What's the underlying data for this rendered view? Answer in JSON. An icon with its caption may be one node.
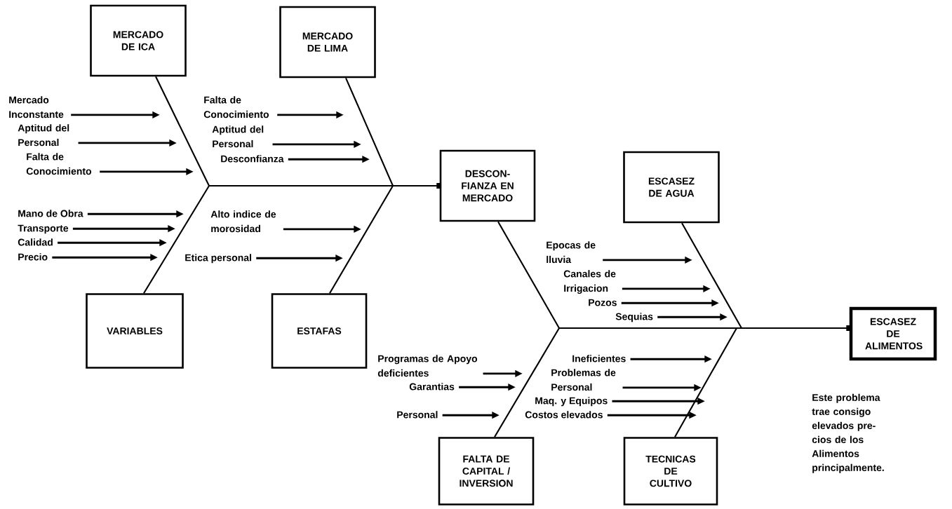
{
  "diagram": {
    "nodes": [
      {
        "text": [
          "MERCADO DE ICA"
        ]
      },
      {
        "text": [
          "MERCADO DE LIMA"
        ]
      },
      {
        "text": [
          "VARIABLES"
        ]
      },
      {
        "text": [
          "ESTAFAS"
        ]
      },
      {
        "text": [
          "DESCON- FIANZA EN MERCADO"
        ]
      },
      {
        "text": [
          "ESCASEZ DE AGUA"
        ]
      },
      {
        "text": [
          "FALTA DE CAPITAL / INVERSION"
        ]
      },
      {
        "text": [
          "TECNICAS DE CULTIVO"
        ]
      },
      {
        "text": [
          "ESCASEZ DE ALIMENTOS"
        ]
      },
      {
        "text": [
          "Mercado Inconstante"
        ]
      },
      {
        "text": [
          "Aptitud del Personal"
        ]
      },
      {
        "text": [
          "Falta de Conocimiento"
        ]
      },
      {
        "text": [
          "Falta de Conocimiento"
        ]
      },
      {
        "text": [
          "Aptitud del Personal"
        ]
      },
      {
        "text": [
          "Desconfianza"
        ]
      },
      {
        "text": [
          "Mano de Obra"
        ]
      },
      {
        "text": [
          "Transporte"
        ]
      },
      {
        "text": [
          "Calidad"
        ]
      },
      {
        "text": [
          "Precio"
        ]
      },
      {
        "text": [
          "Alto indice de morosidad"
        ]
      },
      {
        "text": [
          "Etica personal"
        ]
      },
      {
        "text": [
          "Epocas de lluvia"
        ]
      },
      {
        "text": [
          "Canales de Irrigacion"
        ]
      },
      {
        "text": [
          "Pozos"
        ]
      },
      {
        "text": [
          "Sequias"
        ]
      },
      {
        "text": [
          "Programas de Apoyo deficientes"
        ]
      },
      {
        "text": [
          "Garantias"
        ]
      },
      {
        "text": [
          "Personal"
        ]
      },
      {
        "text": [
          "Ineficientes"
        ]
      },
      {
        "text": [
          "Problemas de Personal"
        ]
      },
      {
        "text": [
          "Maq. y Equipos"
        ]
      },
      {
        "text": [
          "Costos elevados"
        ]
      }
    ],
    "edges": [
      {
        "from": 0,
        "to": 4,
        "arrow": "other"
      },
      {
        "from": 1,
        "to": 4,
        "arrow": "other"
      },
      {
        "from": 2,
        "to": 4,
        "arrow": "other"
      },
      {
        "from": 3,
        "to": 4,
        "arrow": "other"
      },
      {
        "from": 4,
        "to": 8,
        "arrow": "other"
      },
      {
        "from": 5,
        "to": 8,
        "arrow": "other"
      },
      {
        "from": 6,
        "to": 8,
        "arrow": "other"
      },
      {
        "from": 7,
        "to": 8,
        "arrow": "other"
      },
      {
        "from": 9,
        "to": null,
        "arrow": "to"
      },
      {
        "from": 10,
        "to": null,
        "arrow": "to"
      },
      {
        "from": 11,
        "to": null,
        "arrow": "to"
      },
      {
        "from": 12,
        "to": null,
        "arrow": "to"
      },
      {
        "from": 13,
        "to": null,
        "arrow": "to"
      },
      {
        "from": 14,
        "to": null,
        "arrow": "to"
      },
      {
        "from": 15,
        "to": null,
        "arrow": "to"
      },
      {
        "from": 16,
        "to": null,
        "arrow": "to"
      },
      {
        "from": 17,
        "to": null,
        "arrow": "to"
      },
      {
        "from": 18,
        "to": null,
        "arrow": "to"
      },
      {
        "from": 19,
        "to": null,
        "arrow": "to"
      },
      {
        "from": 20,
        "to": null,
        "arrow": "to"
      },
      {
        "from": 21,
        "to": null,
        "arrow": "to"
      },
      {
        "from": 22,
        "to": null,
        "arrow": "to"
      },
      {
        "from": 23,
        "to": null,
        "arrow": "to"
      },
      {
        "from": 24,
        "to": null,
        "arrow": "to"
      },
      {
        "from": 25,
        "to": null,
        "arrow": "to"
      },
      {
        "from": 26,
        "to": null,
        "arrow": "to"
      },
      {
        "from": 27,
        "to": null,
        "arrow": "to"
      },
      {
        "from": 28,
        "to": null,
        "arrow": "to"
      },
      {
        "from": 29,
        "to": null,
        "arrow": "to"
      },
      {
        "from": 30,
        "to": null,
        "arrow": "to"
      },
      {
        "from": 31,
        "to": null,
        "arrow": "to"
      }
    ],
    "labels": [
      "Este problema trae consigo elevados pre- cios de los Alimentos principalmente."
    ]
  }
}
